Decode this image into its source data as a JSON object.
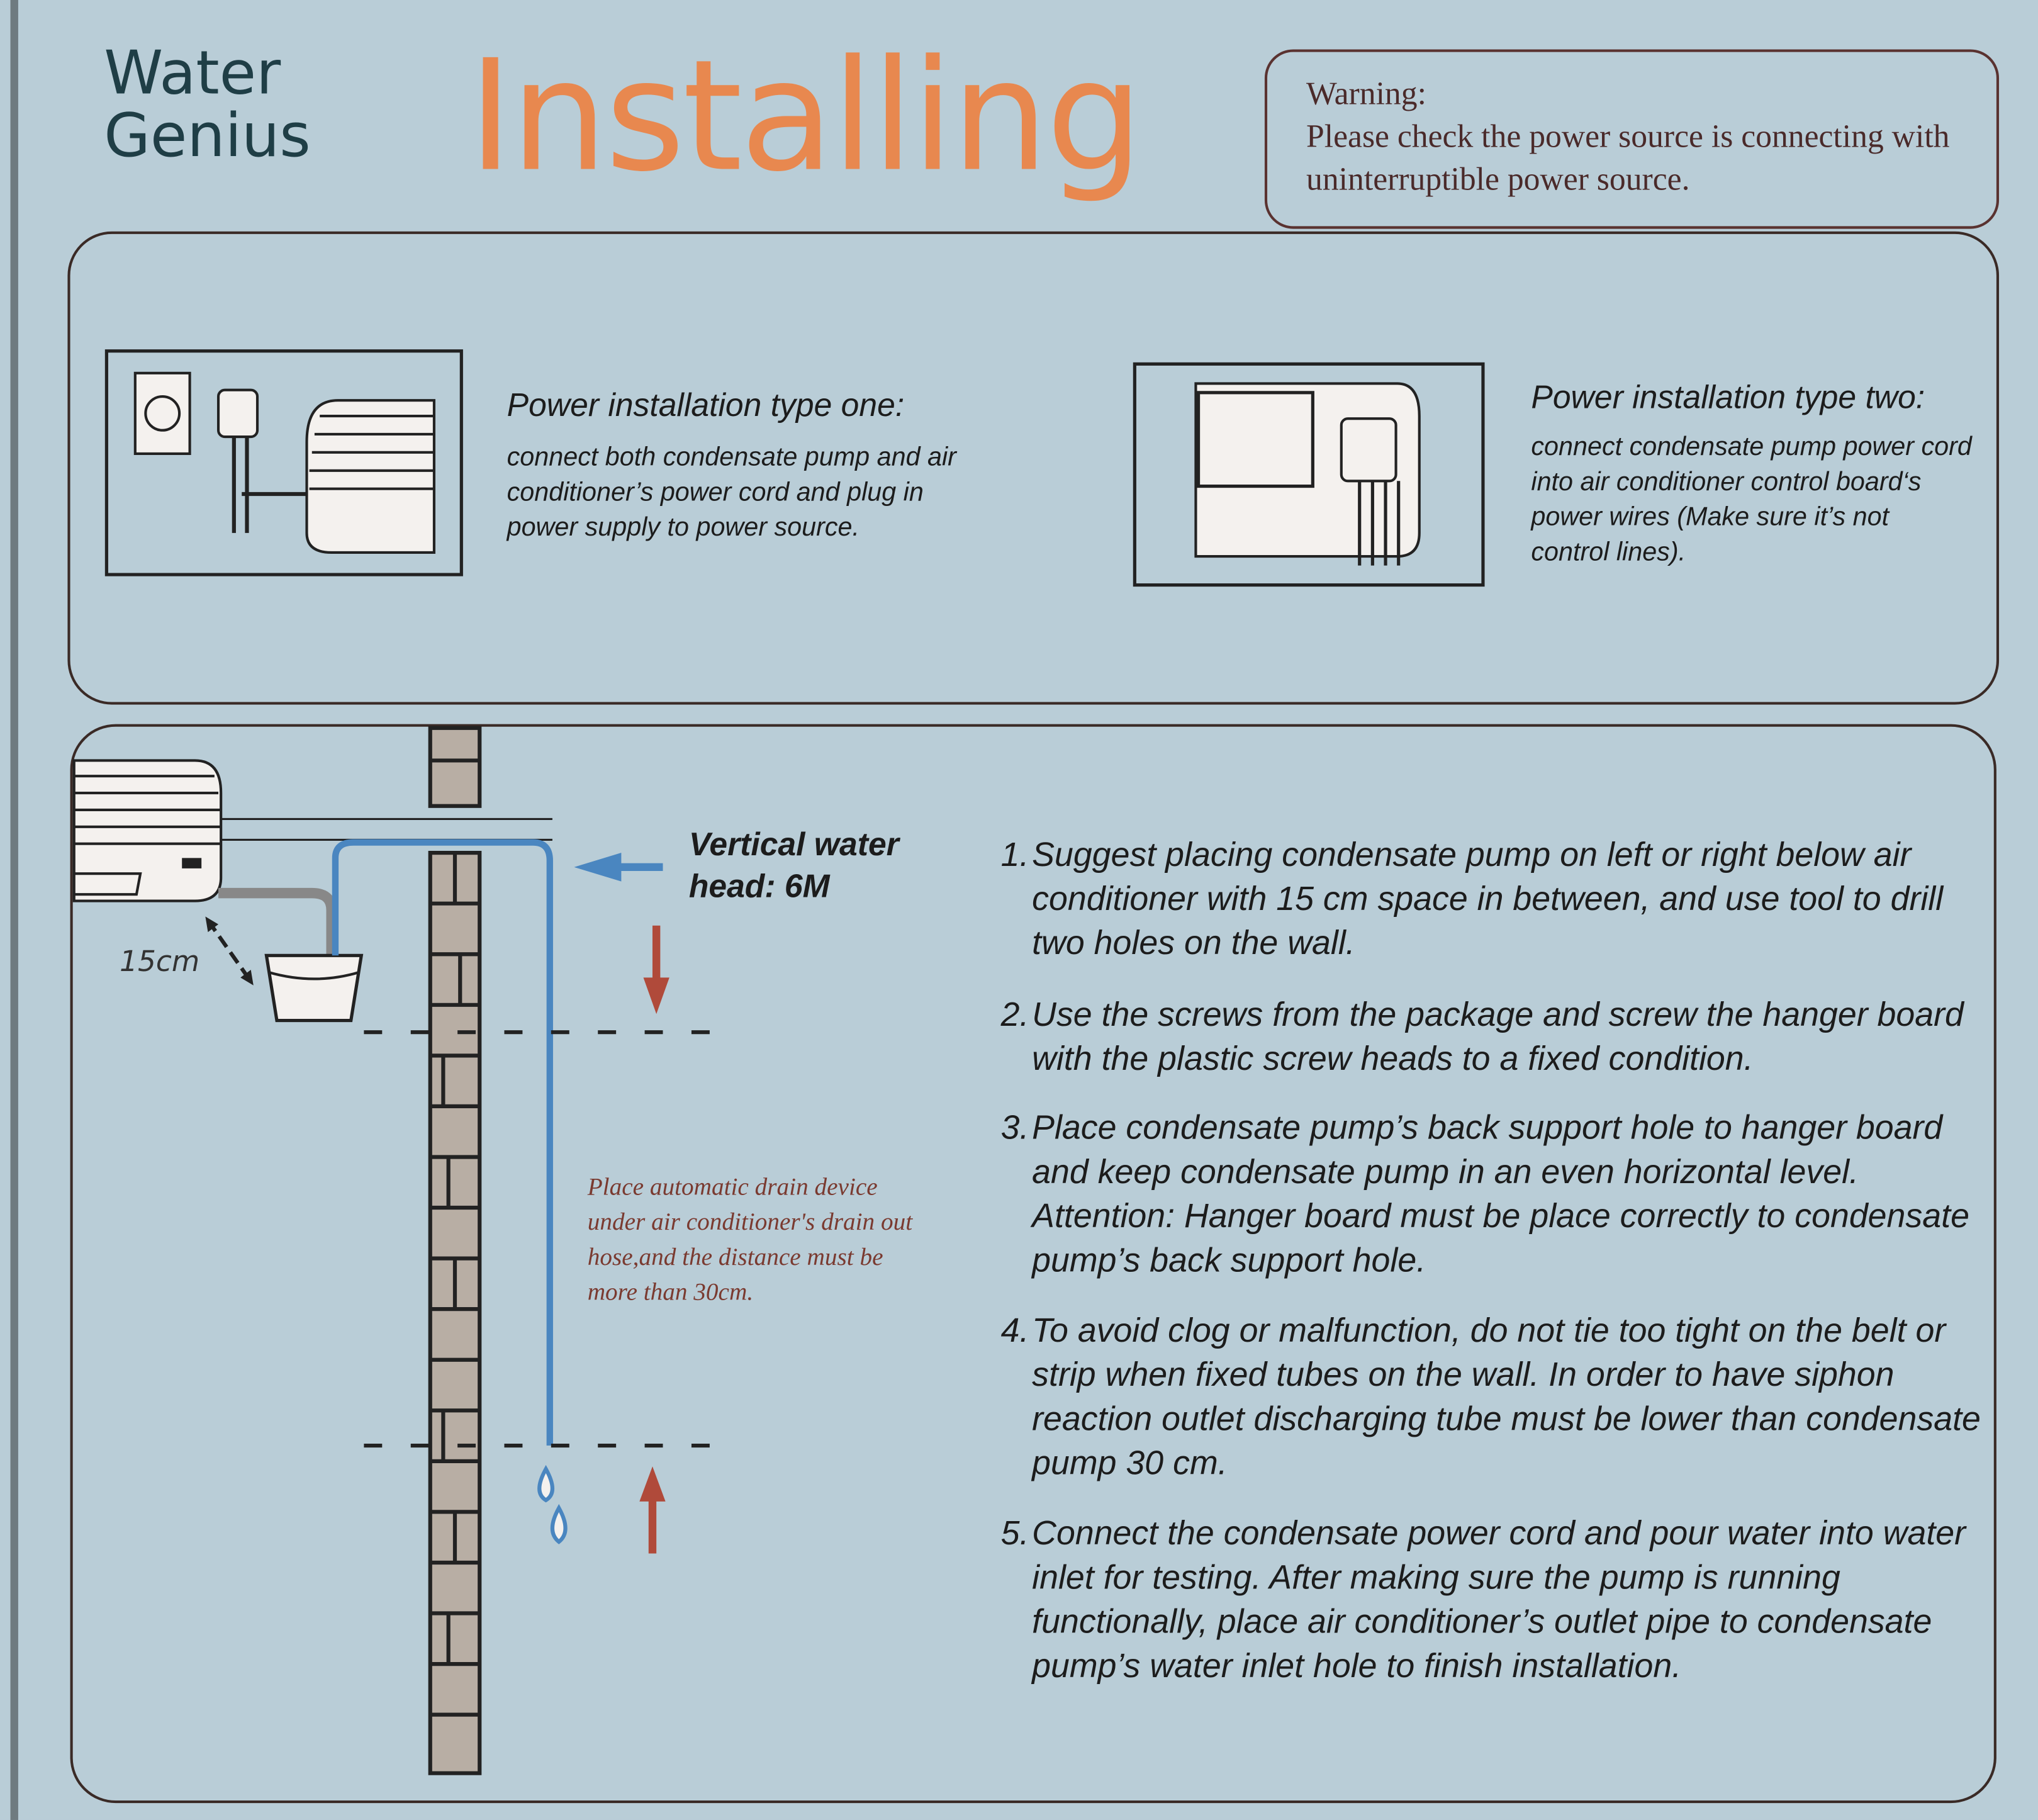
{
  "brand": {
    "line1": "Water",
    "line2": "Genius"
  },
  "title": "Installing",
  "warning": {
    "heading": "Warning:",
    "text": "Please check the power source is connecting with uninterruptible power source."
  },
  "power_types": [
    {
      "title": "Power installation type one:",
      "body": "connect both condensate pump and air conditioner’s power cord and plug in power supply to power source."
    },
    {
      "title": "Power installation type two:",
      "body": "connect condensate pump power cord into air conditioner control board‘s power wires (Make sure it’s not control lines)."
    }
  ],
  "diagram": {
    "distance_label": "15cm",
    "vertical_head": "Vertical water head: 6M",
    "note": "Place automatic drain device under air conditioner's drain out hose,and the distance must be more than 30cm.",
    "colors": {
      "pipe": "#4a86c0",
      "arrow_red": "#b04a3a",
      "brick": "#b8aea4"
    }
  },
  "steps": [
    {
      "n": "1.",
      "text": "Suggest placing condensate pump on left or right below air conditioner with 15 cm space in between, and use tool to drill two holes on the wall."
    },
    {
      "n": "2.",
      "text": "Use the screws from the package and screw the hanger board with the plastic screw heads to a fixed condition."
    },
    {
      "n": "3.",
      "text": "Place condensate pump’s back support hole to hanger board and keep condensate pump in an even horizontal level. Attention: Hanger board must be place correctly to condensate pump’s back support hole."
    },
    {
      "n": "4.",
      "text": "To avoid clog or malfunction, do not tie too tight on the belt or strip when fixed tubes on the wall. In order to have siphon reaction outlet discharging tube must be lower than condensate pump 30 cm."
    },
    {
      "n": "5.",
      "text": "Connect the condensate power cord and pour water into water inlet for testing. After making sure the pump is running functionally, place air conditioner’s outlet pipe to condensate pump’s water inlet hole to finish installation."
    }
  ]
}
